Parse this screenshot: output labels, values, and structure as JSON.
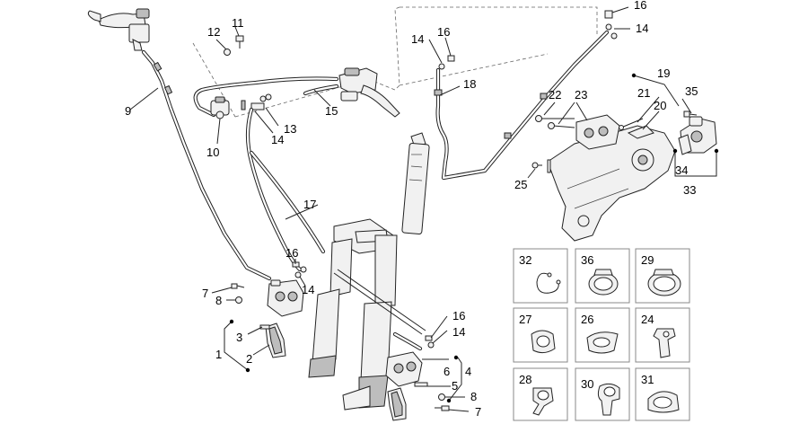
{
  "callouts": {
    "c1": "1",
    "c2": "2",
    "c3": "3",
    "c4": "4",
    "c5": "5",
    "c6": "6",
    "c7a": "7",
    "c7b": "7",
    "c8a": "8",
    "c8b": "8",
    "c9": "9",
    "c10": "10",
    "c11": "11",
    "c12": "12",
    "c13": "13",
    "c14a": "14",
    "c14b": "14",
    "c14c": "14",
    "c14d": "14",
    "c14e": "14",
    "c15": "15",
    "c16a": "16",
    "c16b": "16",
    "c16c": "16",
    "c16d": "16",
    "c17": "17",
    "c18": "18",
    "c19": "19",
    "c20": "20",
    "c21": "21",
    "c22": "22",
    "c23": "23",
    "c25": "25",
    "c33": "33",
    "c34": "34",
    "c35": "35"
  },
  "clamp_panel": [
    {
      "label": "32",
      "part": "ring-clip"
    },
    {
      "label": "36",
      "part": "band-clamp-tab"
    },
    {
      "label": "29",
      "part": "band-clamp-large"
    },
    {
      "label": "27",
      "part": "spring-clip"
    },
    {
      "label": "26",
      "part": "grommet"
    },
    {
      "label": "24",
      "part": "hose-bracket"
    },
    {
      "label": "28",
      "part": "p-clip-double"
    },
    {
      "label": "30",
      "part": "p-clip"
    },
    {
      "label": "31",
      "part": "saddle-clip"
    }
  ]
}
